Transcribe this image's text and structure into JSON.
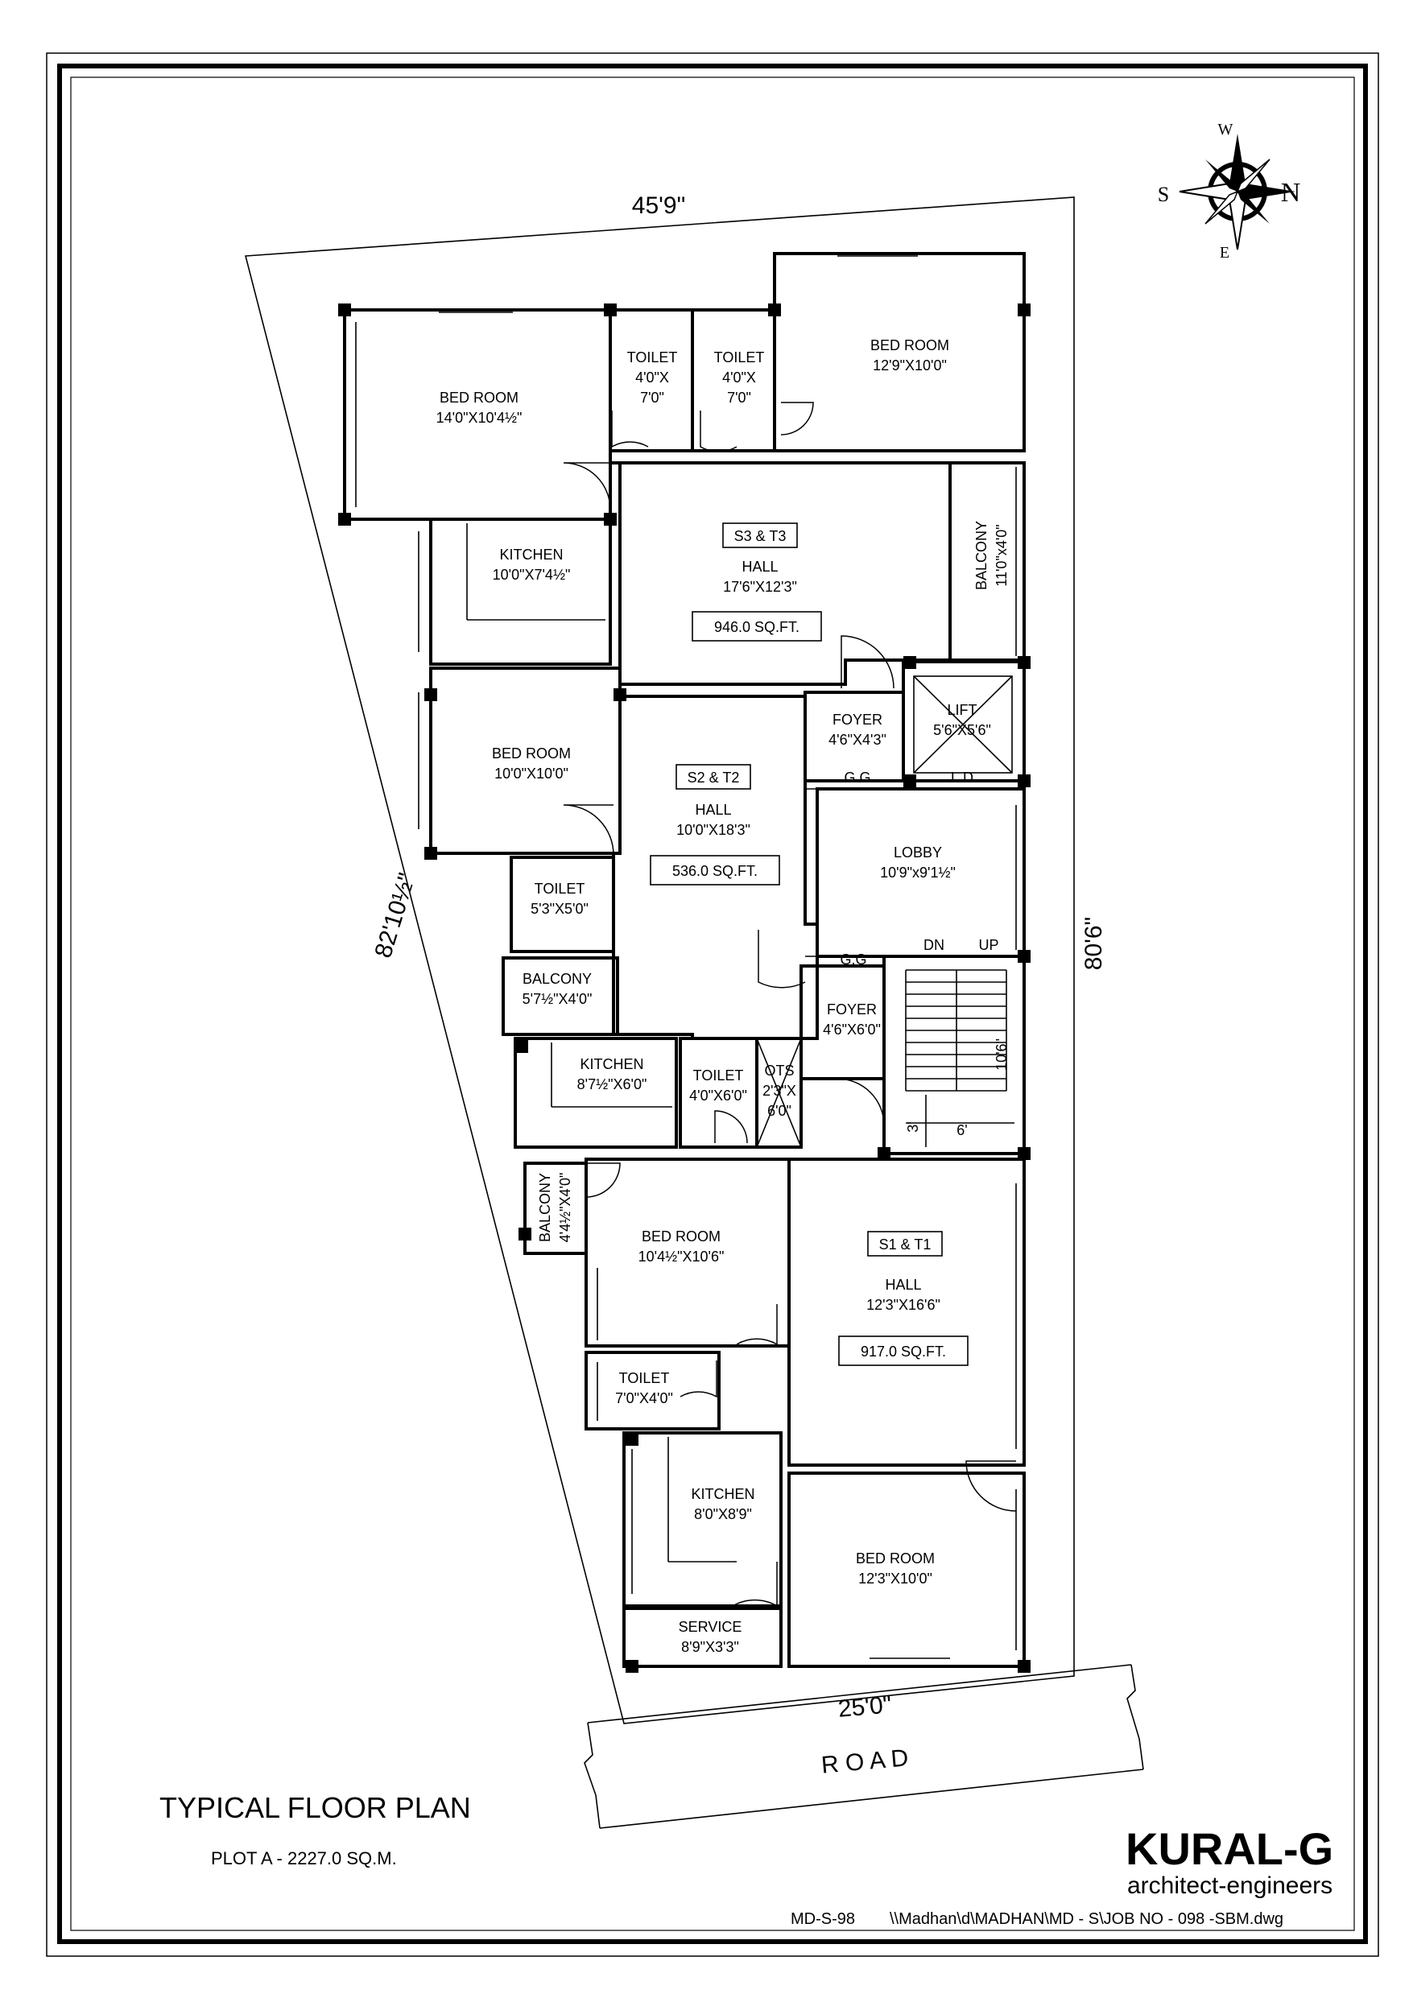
{
  "drawing": {
    "title": "TYPICAL FLOOR PLAN",
    "plot": "PLOT A - 2227.0 SQ.M.",
    "firm": "KURAL-G",
    "tagline": "architect-engineers",
    "drawing_no": "MD-S-98",
    "file_path": "\\\\Madhan\\d\\MADHAN\\MD - S\\JOB NO - 098 -SBM.dwg"
  },
  "compass": {
    "n": "N",
    "s": "S",
    "e": "E",
    "w": "W"
  },
  "dimensions": {
    "top": "45'9\"",
    "left": "82'10½\"",
    "right": "80'6\"",
    "bottom": "25'0\"",
    "road": "R O A D",
    "stair_width": "6'",
    "stair_run": "10'6\"",
    "stair_landing": "3'"
  },
  "units": {
    "s3": {
      "tag": "S3 & T3",
      "area": "946.0 SQ.FT."
    },
    "s2": {
      "tag": "S2 & T2",
      "area": "536.0 SQ.FT."
    },
    "s1": {
      "tag": "S1 & T1",
      "area": "917.0 SQ.FT."
    }
  },
  "rooms": {
    "bed_tl": {
      "name": "BED ROOM",
      "size": "14'0\"X10'4½\""
    },
    "toilet_t1": {
      "name": "TOILET",
      "l2": "4'0\"X",
      "l3": "7'0\""
    },
    "toilet_t2": {
      "name": "TOILET",
      "l2": "4'0\"X",
      "l3": "7'0\""
    },
    "bed_tr": {
      "name": "BED ROOM",
      "size": "12'9\"X10'0\""
    },
    "kitchen_1": {
      "name": "KITCHEN",
      "size": "10'0\"X7'4½\""
    },
    "hall_3": {
      "name": "HALL",
      "size": "17'6\"X12'3\""
    },
    "balcony_r": {
      "name": "BALCONY",
      "size": "11'0\"x4'0\""
    },
    "bed_2": {
      "name": "BED ROOM",
      "size": "10'0\"X10'0\""
    },
    "foyer_1": {
      "name": "FOYER",
      "size": "4'6\"X4'3\""
    },
    "lift": {
      "name": "LIFT",
      "size": "5'6\"X5'6\""
    },
    "gg_1": "G.G",
    "ld": "L.D",
    "hall_2": {
      "name": "HALL",
      "size": "10'0\"X18'3\""
    },
    "lobby": {
      "name": "LOBBY",
      "size": "10'9\"x9'1½\""
    },
    "toilet_2": {
      "name": "TOILET",
      "size": "5'3\"X5'0\""
    },
    "balcony_2": {
      "name": "BALCONY",
      "size": "5'7½\"X4'0\""
    },
    "gg_2": "G.G",
    "dn": "DN",
    "up": "UP",
    "foyer_2": {
      "name": "FOYER",
      "size": "4'6\"X6'0\""
    },
    "kitchen_2": {
      "name": "KITCHEN",
      "size": "8'7½\"X6'0\""
    },
    "toilet_3": {
      "name": "TOILET",
      "size": "4'0\"X6'0\""
    },
    "ots": {
      "name": "OTS",
      "l2": "2'3\"X",
      "l3": "6'0\""
    },
    "balcony_3": {
      "name": "BALCONY",
      "size": "4'4½\"X4'0\""
    },
    "bed_3": {
      "name": "BED ROOM",
      "size": "10'4½\"X10'6\""
    },
    "hall_1": {
      "name": "HALL",
      "size": "12'3\"X16'6\""
    },
    "toilet_4": {
      "name": "TOILET",
      "size": "7'0\"X4'0\""
    },
    "kitchen_3": {
      "name": "KITCHEN",
      "size": "8'0\"X8'9\""
    },
    "bed_4": {
      "name": "BED ROOM",
      "size": "12'3\"X10'0\""
    },
    "service": {
      "name": "SERVICE",
      "size": "8'9\"X3'3\""
    }
  }
}
